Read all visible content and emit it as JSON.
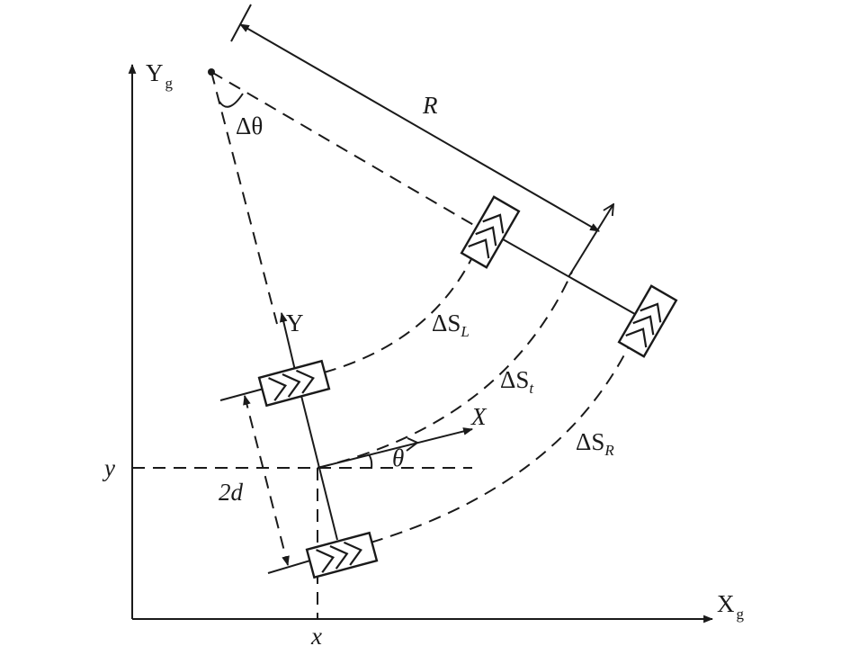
{
  "labels": {
    "axis_y_global": "Y",
    "axis_y_global_sub": "g",
    "axis_x_global": "X",
    "axis_x_global_sub": "g",
    "radius": "R",
    "delta_theta": "Δθ",
    "robot_axis_y": "Y",
    "robot_axis_x": "X",
    "heading": "θ",
    "wheel_base": "2d",
    "y_coord": "y",
    "x_coord": "x",
    "ds_prefix": "ΔS",
    "ds_left_sub": "L",
    "ds_center_sub": "t",
    "ds_right_sub": "R"
  }
}
